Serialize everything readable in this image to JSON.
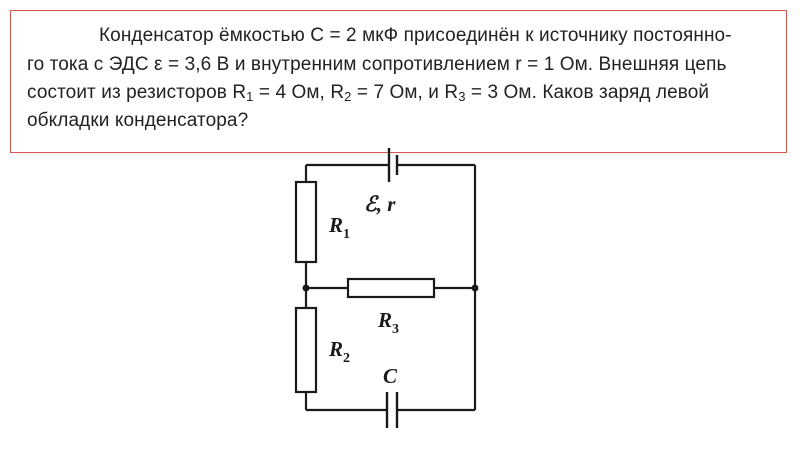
{
  "problem": {
    "line1": "Конденсатор ёмкостью С = 2 мкФ присоединён к источнику постоянно-",
    "line2": "го тока с ЭДС ε = 3,6 В и внутренним сопротивлением r = 1 Ом. Внешняя цепь",
    "line3_a": "состоит из резисторов R",
    "line3_sub1": "1",
    "line3_b": " = 4 Ом, R",
    "line3_sub2": "2",
    "line3_c": " = 7 Ом, и R",
    "line3_sub3": "3",
    "line3_d": " = 3 Ом. Каков заряд левой",
    "line4": "обкладки конденсатора?"
  },
  "circuit": {
    "source_label": "ℰ, r",
    "r1_label": "R",
    "r1_sub": "1",
    "r2_label": "R",
    "r2_sub": "2",
    "r3_label": "R",
    "r3_sub": "3",
    "capacitor_label": "C"
  }
}
